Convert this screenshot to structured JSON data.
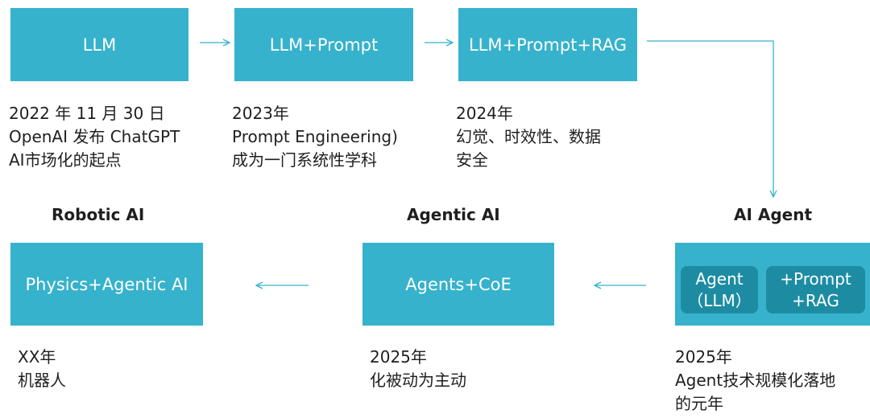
{
  "colors": {
    "box": "#36b2cc",
    "sub_box": "#1d8ca3",
    "arrow": "#36b2cc"
  },
  "top": {
    "box1": {
      "label": "LLM",
      "caption": [
        "2022 年 11 月 30 日",
        "OpenAI 发布 ChatGPT",
        "AI市场化的起点"
      ]
    },
    "box2": {
      "label": "LLM+Prompt",
      "caption": [
        "2023年",
        "Prompt Engineering)",
        "成为一门系统性学科"
      ]
    },
    "box3": {
      "label": "LLM+Prompt+RAG",
      "caption": [
        "2024年",
        "幻觉、时效性、数据",
        "安全"
      ]
    }
  },
  "bottom": {
    "robotic": {
      "heading": "Robotic AI",
      "label": "Physics+Agentic AI",
      "caption": [
        "XX年",
        "机器人"
      ]
    },
    "agentic": {
      "heading": "Agentic AI",
      "label": "Agents+CoE",
      "caption": [
        "2025年",
        "化被动为主动"
      ]
    },
    "agent": {
      "heading": "AI Agent",
      "sub1": [
        "Agent",
        "（LLM）"
      ],
      "sub2": [
        "+Prompt",
        "+RAG"
      ],
      "caption": [
        "2025年",
        "Agent技术规模化落地",
        "的元年"
      ]
    }
  }
}
